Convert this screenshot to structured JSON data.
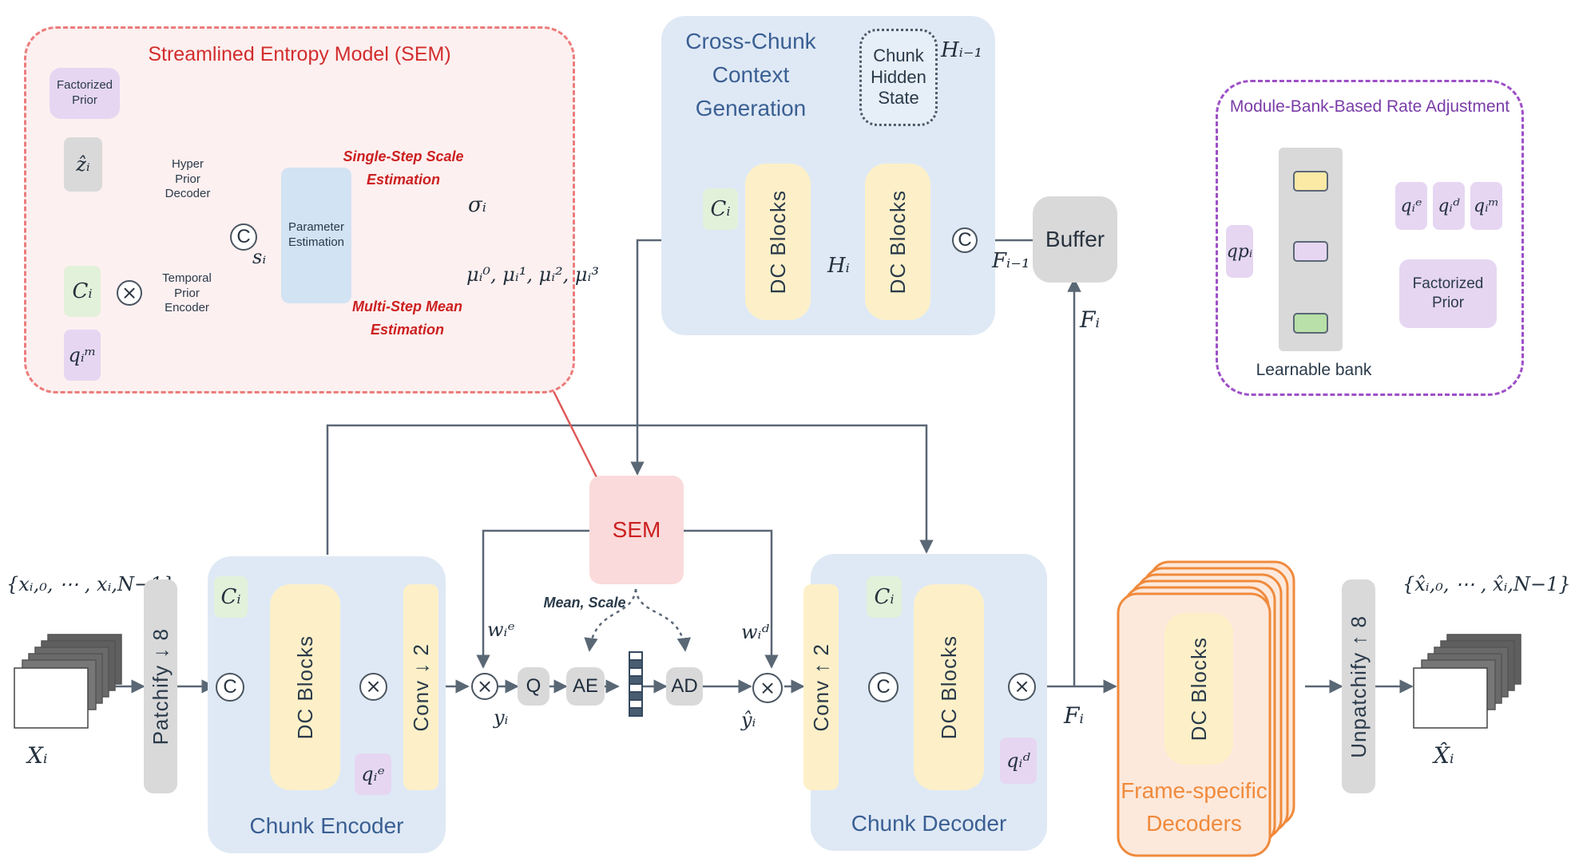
{
  "sem_box": {
    "title": "Streamlined Entropy Model (SEM)",
    "factorized_prior": "Factorized Prior",
    "z_hat": "ẑᵢ",
    "hyper_prior_decoder": "Hyper Prior Decoder",
    "c": "Cᵢ",
    "q_m": "qᵢᵐ",
    "temporal_prior_encoder": "Temporal Prior Encoder",
    "concat": "C",
    "s": "sᵢ",
    "parameter_estimation": "Parameter Estimation",
    "single_step": "Single-Step Scale Estimation",
    "multi_step": "Multi-Step Mean Estimation",
    "sigma": "σᵢ",
    "mu": "μᵢ⁰, μᵢ¹, μᵢ², μᵢ³"
  },
  "context_box": {
    "title": "Cross-Chunk Context Generation",
    "hidden_state": "Chunk Hidden State",
    "h_prev": "Hᵢ₋₁",
    "h": "Hᵢ",
    "c": "Cᵢ",
    "dc_blocks_1": "DC Blocks",
    "dc_blocks_2": "DC Blocks",
    "concat": "C",
    "f_prev": "Fᵢ₋₁"
  },
  "buffer": {
    "label": "Buffer",
    "f": "Fᵢ"
  },
  "rate_box": {
    "title": "Module-Bank-Based Rate Adjustment",
    "qp": "qpᵢ",
    "bank_label": "Learnable bank",
    "q_e": "qᵢᵉ",
    "q_d": "qᵢᵈ",
    "q_m": "qᵢᵐ",
    "factorized_prior": "Factorized Prior"
  },
  "input": {
    "set": "{xᵢ,₀, ⋯ , xᵢ,N−1}",
    "x": "Xᵢ"
  },
  "patchify": "Patchify ↓ 8",
  "encoder": {
    "label": "Chunk Encoder",
    "c": "Cᵢ",
    "concat": "C",
    "dc_blocks": "DC Blocks",
    "q_e": "qᵢᵉ",
    "conv": "Conv ↓ 2"
  },
  "sem": "SEM",
  "mean_scale": "Mean, Scale",
  "w_e": "wᵢᵉ",
  "y": "yᵢ",
  "q": "Q",
  "ae": "AE",
  "ad": "AD",
  "w_d": "wᵢᵈ",
  "y_hat": "ŷᵢ",
  "decoder": {
    "label": "Chunk Decoder",
    "conv": "Conv ↑ 2",
    "c": "Cᵢ",
    "concat": "C",
    "dc_blocks": "DC Blocks",
    "q_d": "qᵢᵈ",
    "f": "Fᵢ"
  },
  "frame_decoders": {
    "dc_blocks": "DC Blocks",
    "label": "Frame-specific Decoders"
  },
  "unpatchify": "Unpatchify ↑ 8",
  "output": {
    "set": "{x̂ᵢ,₀, ⋯ , x̂ᵢ,N−1}",
    "x": "X̂ᵢ"
  }
}
